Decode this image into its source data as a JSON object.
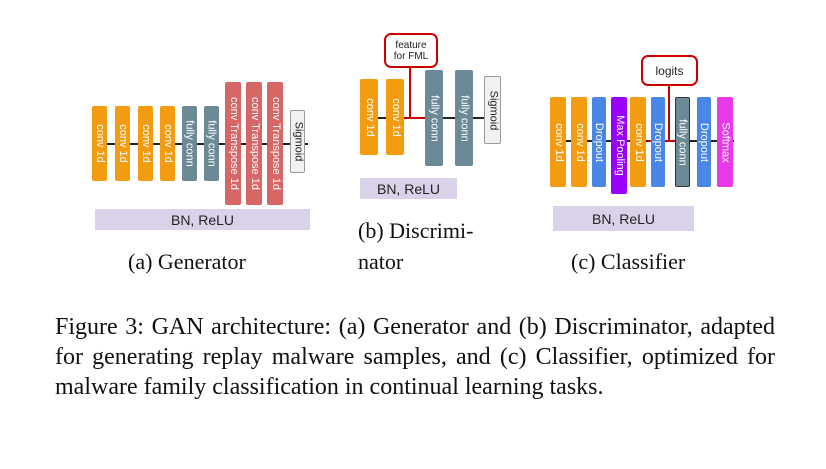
{
  "colors": {
    "conv": "#f39c12",
    "fc": "#6c8a96",
    "deconv": "#d76666",
    "sigmoid": "#f1f1f1",
    "dropout": "#4a86e8",
    "pool": "#9a00ff",
    "softmax": "#e83ae8",
    "bn_bar": "#d9d2e9",
    "callout": "#cc0000"
  },
  "generator": {
    "blocks": [
      "conv 1d",
      "conv 1d",
      "conv 1d",
      "conv 1d",
      "fully conn",
      "fully conn",
      "conv Transpose 1d",
      "conv Transpose 1d",
      "conv Transpose 1d",
      "Sigmoid"
    ],
    "bar": "BN, ReLU",
    "label": "(a) Generator"
  },
  "discriminator": {
    "blocks": [
      "conv 1d",
      "conv 1d",
      "fully conn",
      "fully conn",
      "Sigmoid"
    ],
    "bar": "BN, ReLU",
    "callout": [
      "feature",
      "for FML"
    ],
    "label_line1": "(b) Discrimi-",
    "label_line2": "nator"
  },
  "classifier": {
    "blocks": [
      "conv 1d",
      "conv 1d",
      "Dropout",
      "Max Pooling",
      "conv 1d",
      "Dropout",
      "fully conn",
      "Dropout",
      "Softmax"
    ],
    "bar": "BN, ReLU",
    "callout": "logits",
    "label": "(c) Classifier"
  },
  "caption": "Figure 3: GAN architecture: (a) Generator and (b) Discriminator, adapted for generating replay malware samples, and (c) Classifier, optimized for malware family classification in continual learning tasks."
}
